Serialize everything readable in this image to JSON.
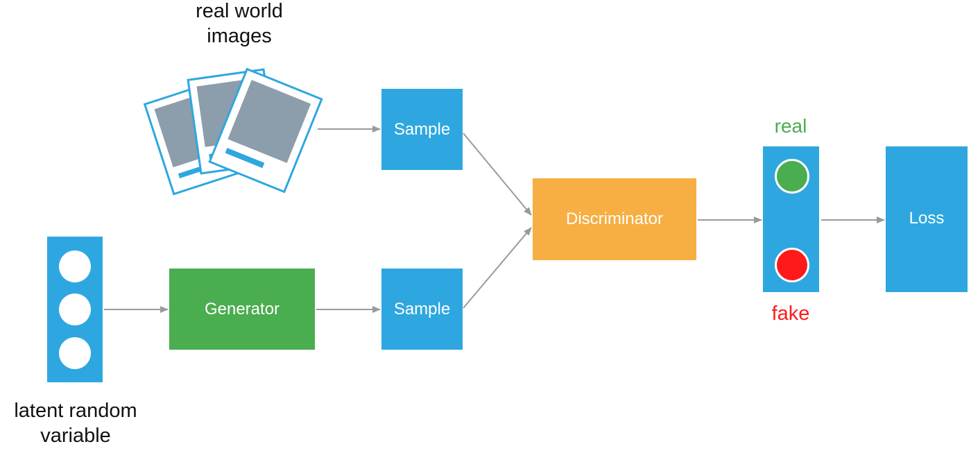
{
  "labels": {
    "real_world_line1": "real world",
    "real_world_line2": "images",
    "latent_line1": "latent random",
    "latent_line2": "variable",
    "real": "real",
    "fake": "fake"
  },
  "boxes": {
    "sample_top": "Sample",
    "sample_bottom": "Sample",
    "generator": "Generator",
    "discriminator": "Discriminator",
    "loss": "Loss"
  },
  "colors": {
    "blue": "#2ea7e0",
    "green": "#4aad4f",
    "orange": "#f7ae42",
    "photo_gray": "#8c9dab",
    "arrow": "#9a9a9a",
    "real_green": "#4aad4f",
    "fake_red": "#ff1a1a"
  }
}
